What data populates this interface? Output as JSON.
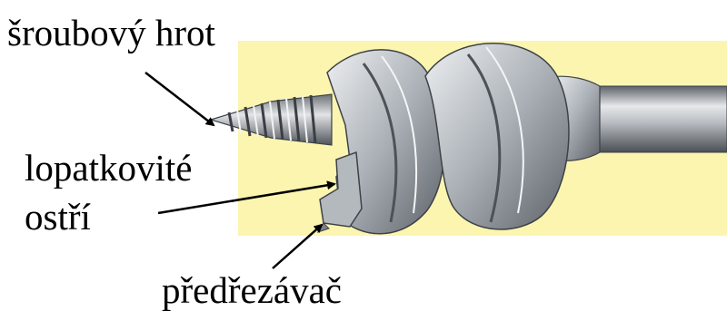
{
  "labels": {
    "screw_point": "šroubový hrot",
    "blade_line1": "lopatkovité",
    "blade_line2": "ostří",
    "spur": "předřezávač"
  },
  "colors": {
    "background_panel": "#fcf5b0",
    "steel_light": "#d8dadd",
    "steel_mid": "#9fa4aa",
    "steel_dark": "#4d5258",
    "arrow": "#000000",
    "text": "#000000"
  }
}
